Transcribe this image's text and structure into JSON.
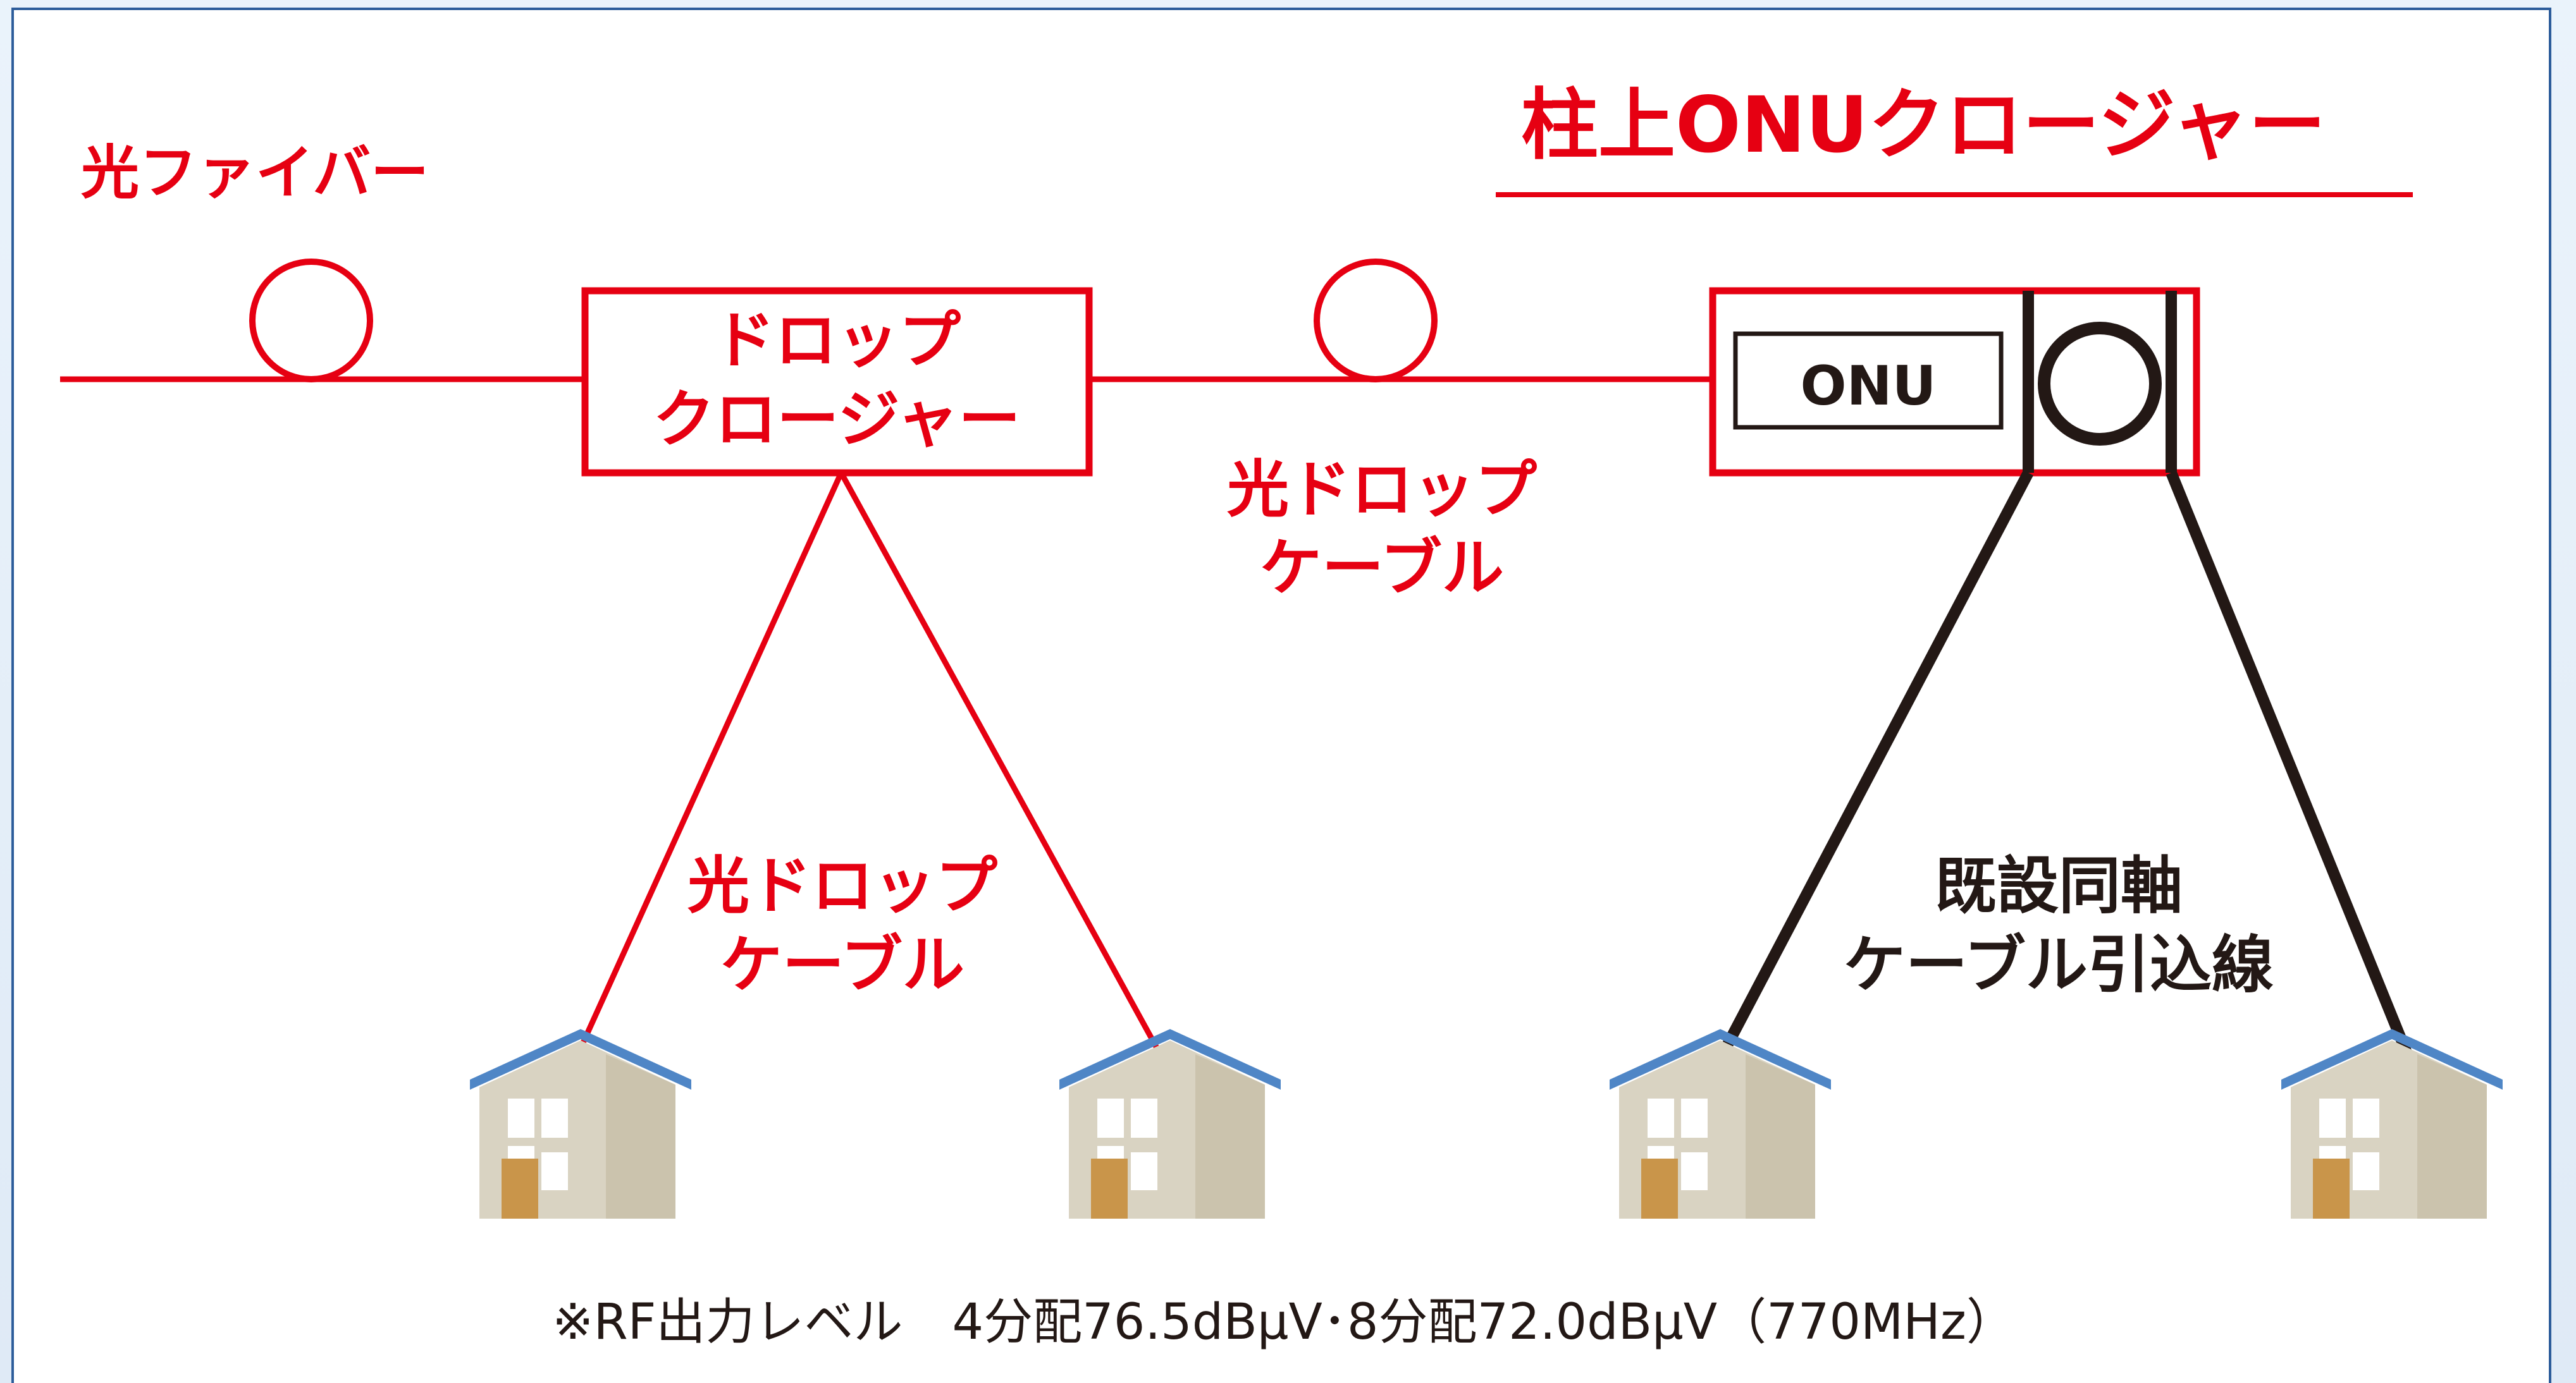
{
  "labels": {
    "fiber": "光ファイバー",
    "pole_title": "柱上ONUクロージャー",
    "drop_closure_line1": "ドロップ",
    "drop_closure_line2": "クロージャー",
    "onu": "ONU",
    "optical_drop_top_line1": "光ドロップ",
    "optical_drop_top_line2": "ケーブル",
    "optical_drop_left_line1": "光ドロップ",
    "optical_drop_left_line2": "ケーブル",
    "coax_line1": "既設同軸",
    "coax_line2": "ケーブル引込線",
    "note": "※RF出力レベル　4分配76.5dBμV･8分配72.0dBμV（770MHz）"
  },
  "colors": {
    "fiber_red": "#e60012",
    "coax_black": "#231815",
    "border_blue": "#2d5d9b",
    "roof_blue": "#4f86c6",
    "house_wall": "#d9d3c2",
    "house_side": "#cfc8b4",
    "door": "#c9954a"
  },
  "icons": [
    "house-icon",
    "fiber-coil-icon"
  ]
}
